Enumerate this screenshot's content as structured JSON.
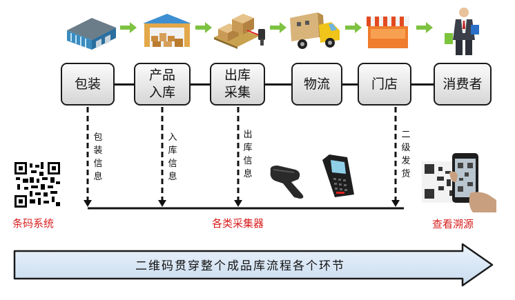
{
  "stages": [
    {
      "line1": "包装",
      "line2": ""
    },
    {
      "line1": "产品",
      "line2": "入库"
    },
    {
      "line1": "出库",
      "line2": "采集"
    },
    {
      "line1": "物流",
      "line2": ""
    },
    {
      "line1": "门店",
      "line2": ""
    },
    {
      "line1": "消费者",
      "line2": ""
    }
  ],
  "vertical_labels": [
    {
      "text": "包装信息"
    },
    {
      "text": "入库信息"
    },
    {
      "text": "出库信息"
    },
    {
      "text": "二级发货"
    }
  ],
  "left_label": "条码系统",
  "center_label": "各类采集器",
  "right_label": "查看溯源",
  "banner_text": "二维码贯穿整个成品库流程各个环节",
  "icons": [
    "warehouse-icon",
    "storage-warehouse-icon",
    "scanner-pallet-icon",
    "delivery-truck-icon",
    "store-icon",
    "shopper-icon",
    "qr-code-icon",
    "barcode-scanner-icon",
    "handheld-terminal-icon",
    "phone-scan-icon"
  ],
  "colors": {
    "arrow_green": "#7ec242",
    "accent_red": "#d81e1e",
    "banner_fill": "#dce9f6",
    "banner_stroke": "#1a1a1a"
  }
}
